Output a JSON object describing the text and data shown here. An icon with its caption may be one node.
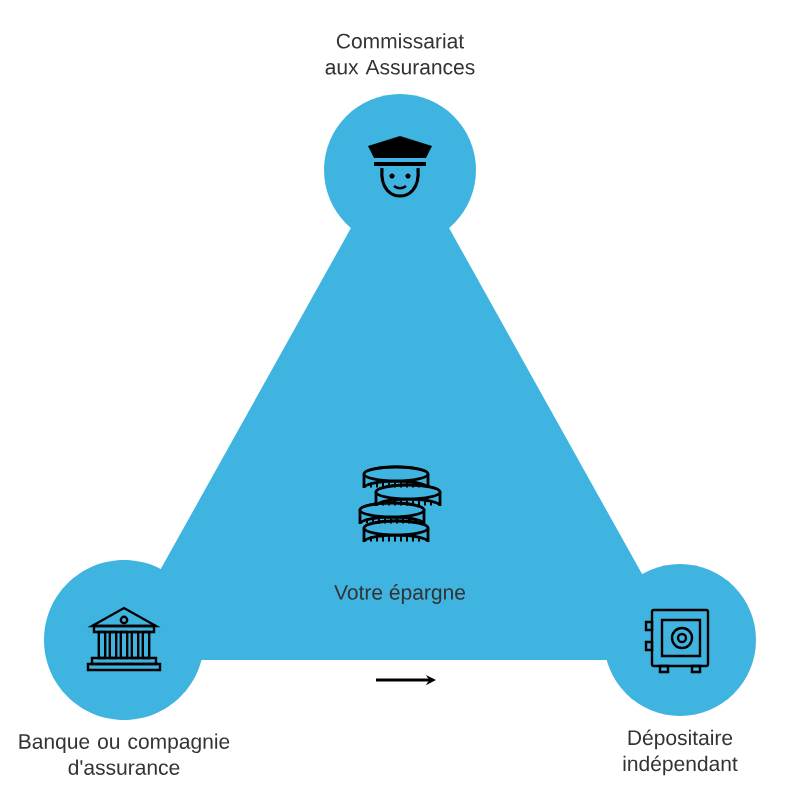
{
  "diagram": {
    "nodes": [
      {
        "text": [
          "Votre épargne"
        ]
      },
      {
        "text": [
          "Commissariat aux Assurances"
        ]
      },
      {
        "text": [
          "Banque ou compagnie d'assurance"
        ]
      },
      {
        "text": [
          "Dépositaire indépendant"
        ]
      }
    ]
  }
}
